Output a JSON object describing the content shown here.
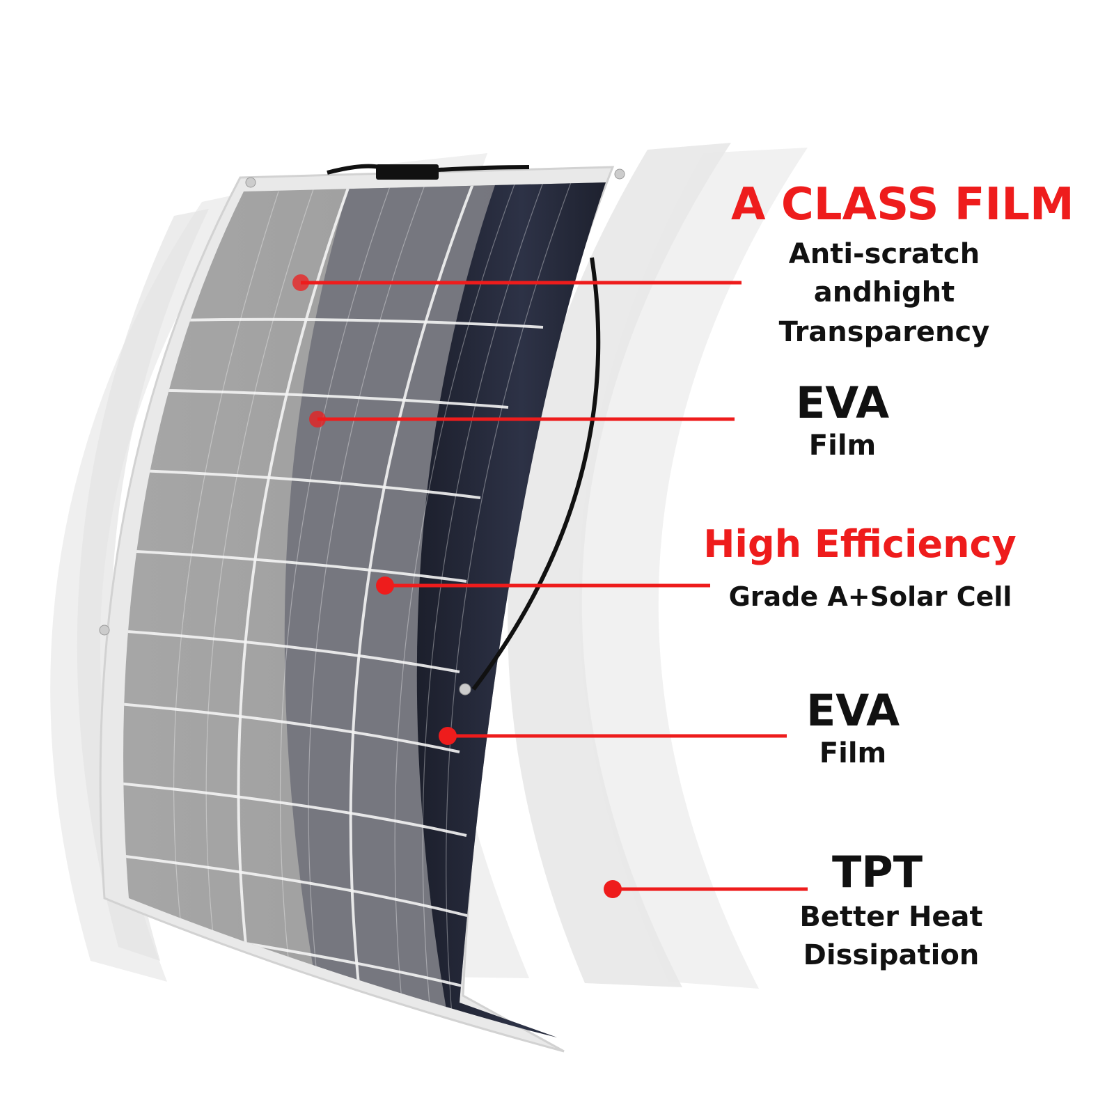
{
  "accent_color": "#ee1c1c",
  "text_color": "#111111",
  "icon": "flexible-solar-panel-layers",
  "layers": [
    {
      "id": "a-class-film",
      "title": "A CLASS FILM",
      "title_color": "#ee1c1c",
      "desc": [
        "Anti-scratch",
        "andhight",
        "Transparency"
      ]
    },
    {
      "id": "eva-top",
      "title": "EVA",
      "title_color": "#111111",
      "desc": [
        "Film"
      ]
    },
    {
      "id": "solar-cell",
      "title": "High Efficiency",
      "title_color": "#ee1c1c",
      "desc": [
        "Grade A+Solar Cell"
      ]
    },
    {
      "id": "eva-bottom",
      "title": "EVA",
      "title_color": "#111111",
      "desc": [
        "Film"
      ]
    },
    {
      "id": "tpt",
      "title": "TPT",
      "title_color": "#111111",
      "desc": [
        "Better Heat",
        "Dissipation"
      ]
    }
  ]
}
